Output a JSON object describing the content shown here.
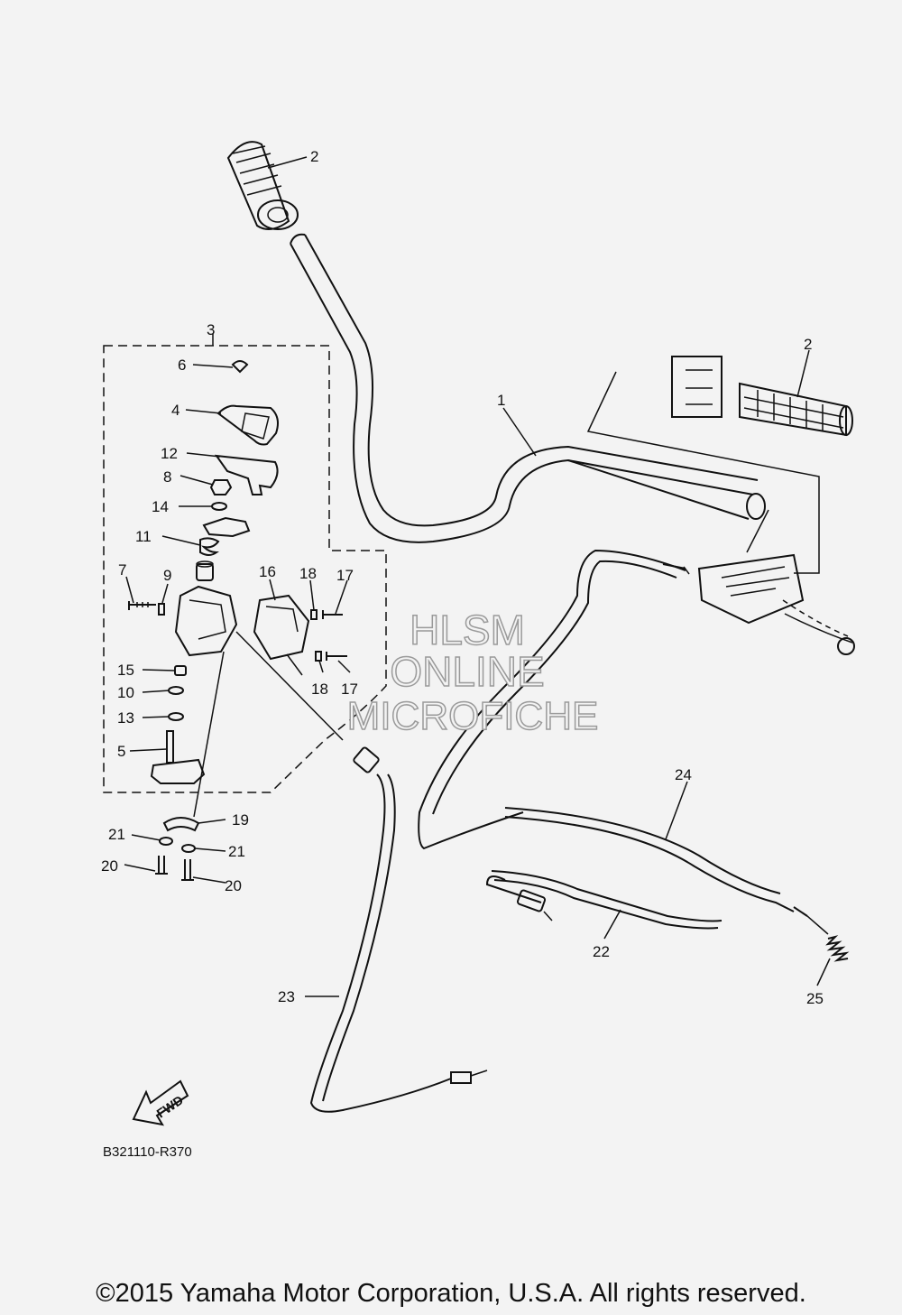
{
  "watermark": {
    "line1": "HLSM",
    "line2": "ONLINE",
    "line3": "MICROFICHE"
  },
  "reference_code": "B321110-R370",
  "fwd_label": "FWD",
  "copyright": "©2015 Yamaha Motor Corporation, U.S.A. All rights reserved.",
  "callouts": {
    "c1": "1",
    "c2a": "2",
    "c2b": "2",
    "c3": "3",
    "c4": "4",
    "c5": "5",
    "c6": "6",
    "c7": "7",
    "c8": "8",
    "c9": "9",
    "c10": "10",
    "c11": "11",
    "c12": "12",
    "c13": "13",
    "c14": "14",
    "c15": "15",
    "c16": "16",
    "c17a": "17",
    "c17b": "17",
    "c18a": "18",
    "c18b": "18",
    "c19": "19",
    "c20a": "20",
    "c20b": "20",
    "c21a": "21",
    "c21b": "21",
    "c22": "22",
    "c23": "23",
    "c24": "24",
    "c25": "25"
  }
}
